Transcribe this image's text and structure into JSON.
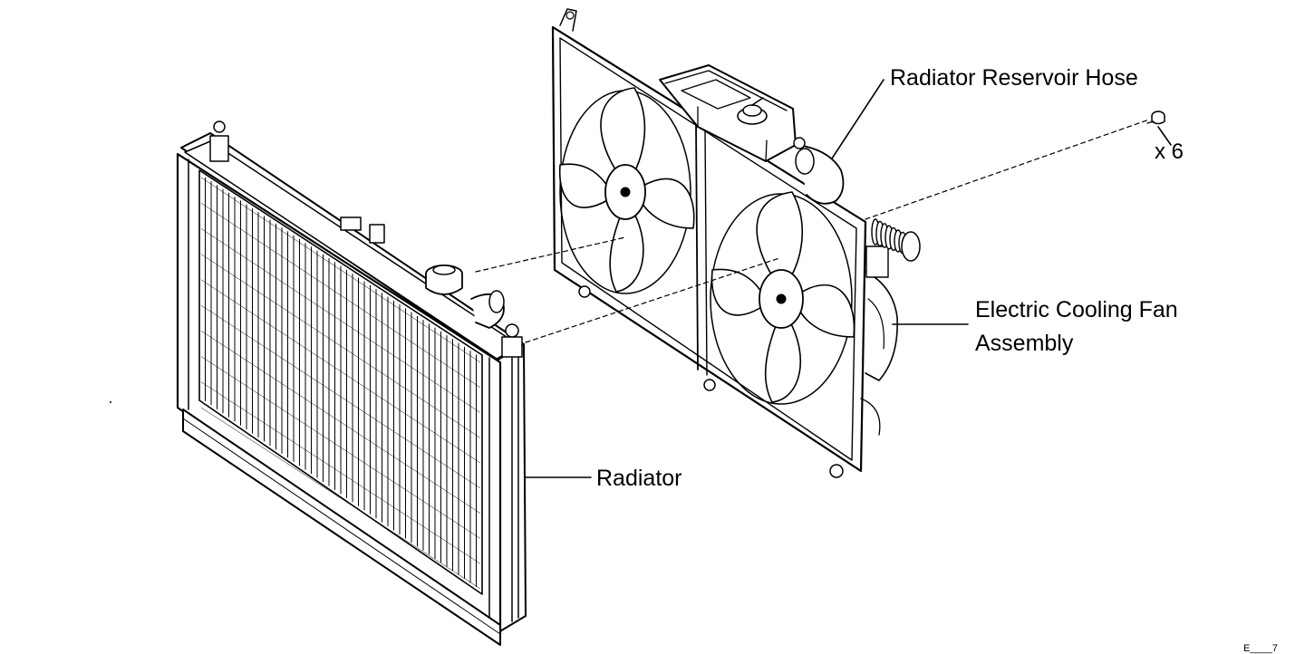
{
  "labels": {
    "reservoir_hose": "Radiator Reservoir Hose",
    "bolt_qty": "x 6",
    "fan_line1": "Electric Cooling Fan",
    "fan_line2": "Assembly",
    "radiator": "Radiator",
    "figure_code": "E____7"
  },
  "colors": {
    "ink": "#000000",
    "paper": "#ffffff"
  },
  "parts": [
    {
      "name": "radiator",
      "icon": "radiator-icon"
    },
    {
      "name": "electric-cooling-fan-assembly",
      "icon": "fan-icon"
    },
    {
      "name": "radiator-reservoir-hose",
      "icon": "hose-icon"
    },
    {
      "name": "bolt",
      "icon": "bolt-icon",
      "quantity": 6
    }
  ]
}
